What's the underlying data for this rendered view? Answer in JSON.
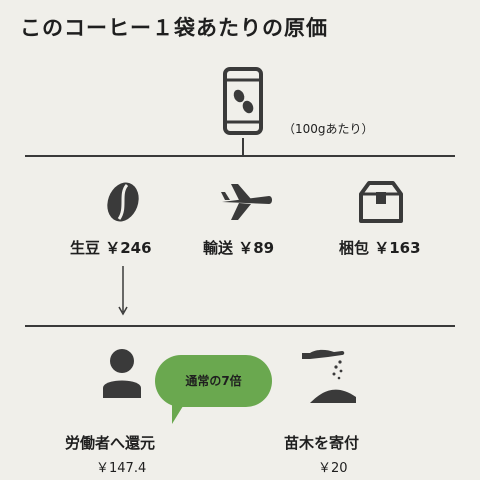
{
  "title": "このコーヒー１袋あたりの原価",
  "per_unit": "（100gあたり）",
  "items": [
    {
      "name": "生豆",
      "price": "￥246",
      "icon": "coffee-bean-icon"
    },
    {
      "name": "輸送",
      "price": "￥89",
      "icon": "airplane-icon"
    },
    {
      "name": "梱包",
      "price": "￥163",
      "icon": "box-icon"
    }
  ],
  "bottom": [
    {
      "name": "労働者へ還元",
      "price": "￥147.4",
      "icon": "person-icon"
    },
    {
      "name": "苗木を寄付",
      "price": "￥20",
      "icon": "seedling-planting-icon"
    }
  ],
  "bubble": "通常の7倍",
  "colors": {
    "background": "#f0efea",
    "ink": "#3a3a3a",
    "bubble": "#6aa84f"
  }
}
